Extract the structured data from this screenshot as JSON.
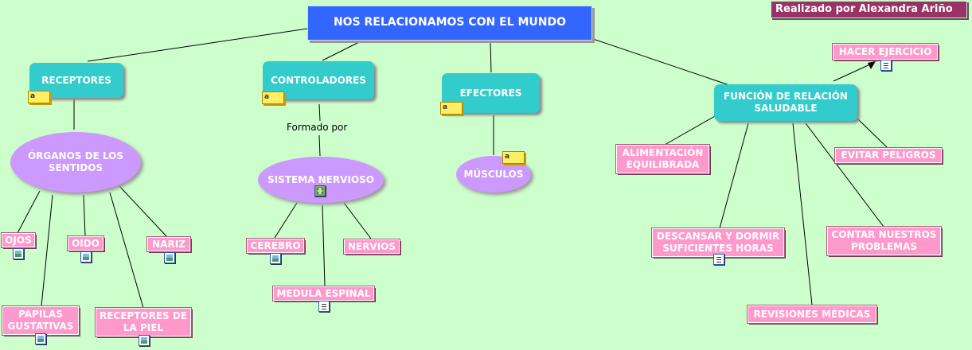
{
  "credit": "Realizado por Alexandra Ariño",
  "root": "NOS RELACIONAMOS CON EL MUNDO",
  "receptores": {
    "title": "RECEPTORES",
    "organos": "ÓRGANOS DE LOS SENTIDOS",
    "items": [
      "OJOS",
      "OIDO",
      "NARIZ",
      "PAPILAS GUSTATIVAS",
      "RECEPTORES DE LA PIEL"
    ]
  },
  "controladores": {
    "title": "CONTROLADORES",
    "link_label": "Formado por",
    "sistema": "SISTEMA NERVIOSO",
    "items": [
      "CEREBRO",
      "NERVIOS",
      "MEDULA ESPINAL"
    ]
  },
  "efectores": {
    "title": "EFECTORES",
    "musculos": "MÚSCULOS"
  },
  "funcion": {
    "title": "FUNCIÓN DE RELACIÓN SALUDABLE",
    "items": [
      "HACER EJERCICIO",
      "ALIMENTACIÓN EQUILIBRADA",
      "EVITAR PELIGROS",
      "DESCANSAR Y DORMIR SUFICIENTES HORAS",
      "CONTAR NUESTROS PROBLEMAS",
      "REVISIONES MÉDICAS"
    ]
  },
  "note_icon_text": "a"
}
